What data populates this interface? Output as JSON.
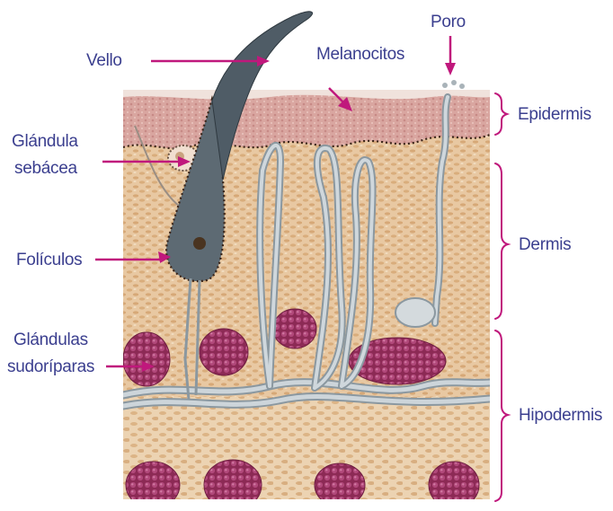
{
  "colors": {
    "label_text": "#3b3f8f",
    "pointer": "#c0187c",
    "dermis": "#e6c49c",
    "epidermis": "#d7a09a",
    "gland": "#8c2a55",
    "vessel": "#b8c1c6"
  },
  "diagram": {
    "left_labels": {
      "vello": "Vello",
      "glandula_sebacea_line1": "Glándula",
      "glandula_sebacea_line2": "sebácea",
      "foliculos": "Folículos",
      "glandulas_sudoriparas_line1": "Glándulas",
      "glandulas_sudoriparas_line2": "sudoríparas"
    },
    "top_labels": {
      "melanocitos": "Melanocitos",
      "poro": "Poro"
    },
    "layers": {
      "epidermis": "Epidermis",
      "dermis": "Dermis",
      "hipodermis": "Hipodermis"
    }
  }
}
